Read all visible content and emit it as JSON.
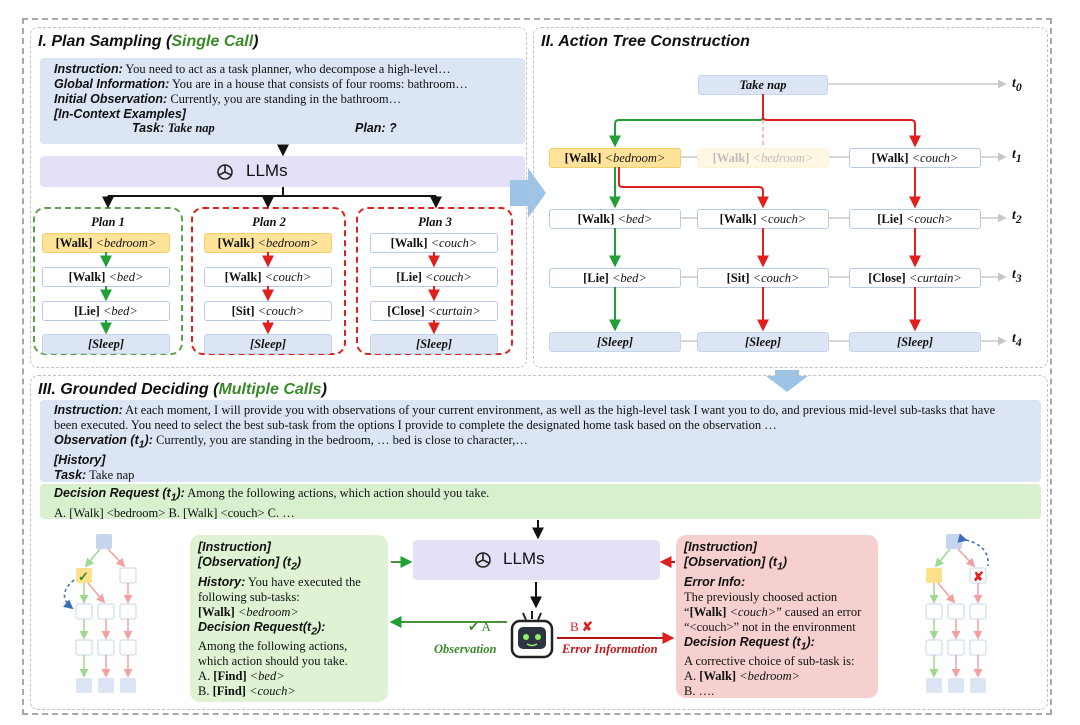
{
  "sections": {
    "plan_sampling": {
      "title_prefix": "I. Plan Sampling (",
      "title_green": "Single Call",
      "title_suffix": ")"
    },
    "action_tree": {
      "title": "II. Action Tree Construction"
    },
    "grounded": {
      "title_prefix": "III. Grounded Deciding (",
      "title_green": "Multiple Calls",
      "title_suffix": ")"
    }
  },
  "prompt1": {
    "instruction_label": "Instruction:",
    "instruction_text": " You need to act as a task planner, who decompose a high-level…",
    "global_label": "Global Information:",
    "global_text": " You are in a house that consists of four rooms: bathroom…",
    "initial_label": "Initial Observation:",
    "initial_text": " Currently, you are standing in the bathroom…",
    "icl_label": "[In-Context Examples]",
    "task_label": "Task:",
    "task_value": "Take nap",
    "plan_label": "Plan: ?"
  },
  "llm_label": "LLMs",
  "plans": [
    {
      "title": "Plan 1",
      "steps": [
        {
          "verb": "[Walk]",
          "obj": "<bedroom>"
        },
        {
          "verb": "[Walk]",
          "obj": "<bed>"
        },
        {
          "verb": "[Lie]",
          "obj": "<bed>"
        }
      ],
      "end": "[Sleep]"
    },
    {
      "title": "Plan 2",
      "steps": [
        {
          "verb": "[Walk]",
          "obj": "<bedroom>"
        },
        {
          "verb": "[Walk]",
          "obj": "<couch>"
        },
        {
          "verb": "[Sit]",
          "obj": "<couch>"
        }
      ],
      "end": "[Sleep]"
    },
    {
      "title": "Plan 3",
      "steps": [
        {
          "verb": "[Walk]",
          "obj": "<couch>"
        },
        {
          "verb": "[Lie]",
          "obj": "<couch>"
        },
        {
          "verb": "[Close]",
          "obj": "<curtain>"
        }
      ],
      "end": "[Sleep]"
    }
  ],
  "tree": {
    "root": "Take nap",
    "timesteps": [
      "t",
      "t",
      "t",
      "t",
      "t"
    ],
    "timestep_subs": [
      "0",
      "1",
      "2",
      "3",
      "4"
    ],
    "row1": [
      {
        "verb": "[Walk]",
        "obj": "<bedroom>"
      },
      {
        "verb": "[Walk]",
        "obj": "<bedroom>"
      },
      {
        "verb": "[Walk]",
        "obj": "<couch>"
      }
    ],
    "row2": [
      {
        "verb": "[Walk]",
        "obj": "<bed>"
      },
      {
        "verb": "[Walk]",
        "obj": "<couch>"
      },
      {
        "verb": "[Lie]",
        "obj": "<couch>"
      }
    ],
    "row3": [
      {
        "verb": "[Lie]",
        "obj": "<bed>"
      },
      {
        "verb": "[Sit]",
        "obj": "<couch>"
      },
      {
        "verb": "[Close]",
        "obj": "<curtain>"
      }
    ],
    "row4": [
      "[Sleep]",
      "[Sleep]",
      "[Sleep]"
    ]
  },
  "prompt3": {
    "instruction_label": "Instruction:",
    "instruction_text": " At each moment, I will provide you with observations of your current environment, as well as the high-level task I want you to do, and previous mid-level sub-tasks that have",
    "instruction_text2": "been executed. You need to select the best sub-task from the options I provide to complete the designated home task based on the observation …",
    "obs_label": "Observation (t",
    "obs_sub": "1",
    "obs_close": "):",
    "obs_text": " Currently, you are standing in the bedroom, … bed is close to character,…",
    "history_label": "[History]",
    "task_label": "Task:",
    "task_value": " Take nap",
    "decision_label": "Decision Request (t",
    "decision_sub": "1",
    "decision_close": "):",
    "decision_text": "  Among the following actions, which action should you take.",
    "options": "A. [Walk] <bedroom> B. [Walk] <couch> C. …"
  },
  "left_box": {
    "l1": "[Instruction]",
    "l2a": "[Observation] (t",
    "l2sub": "2",
    "l2b": ")",
    "hist_label": "History:",
    "hist_text": " You have executed the following sub-tasks:",
    "hist_verb": "[Walk]",
    "hist_obj": " <bedroom>",
    "dr_label": "Decision Request(t",
    "dr_sub": "2",
    "dr_close": "):",
    "dr_text": "Among the following actions, which action should you take.",
    "optA_pre": "A. ",
    "optA_verb": "[Find]",
    "optA_obj": " <bed>",
    "optB_pre": "B. ",
    "optB_verb": "[Find]",
    "optB_obj": " <couch>"
  },
  "right_box": {
    "l1": "[Instruction]",
    "l2a": "[Observation] (t",
    "l2sub": "1",
    "l2b": ")",
    "err_label": "Error Info:",
    "err1": "The previously choosed action",
    "err2_pre": "“",
    "err2_verb": "[Walk]",
    "err2_obj": " <couch>",
    "err2_post": "” caused an error",
    "err3": "“<couch>” not in the environment",
    "dr_label": "Decision Request (t",
    "dr_sub": "1",
    "dr_close": "):",
    "dr_text": "A corrective choice of sub-task is:",
    "optA_pre": "A. ",
    "optA_verb": "[Walk]",
    "optA_obj": " <bedroom>",
    "optB": "B. …."
  },
  "agent": {
    "obs_label": "Observation",
    "err_label": "Error Information",
    "a_label": "A",
    "b_label": "B"
  },
  "colors": {
    "green": "#21a038",
    "red": "#e0201f",
    "blue_box": "#dbe5f4",
    "highlight": "#ffe39a",
    "green_box": "#d9f0cf",
    "pink_box": "#f6cfcf"
  }
}
